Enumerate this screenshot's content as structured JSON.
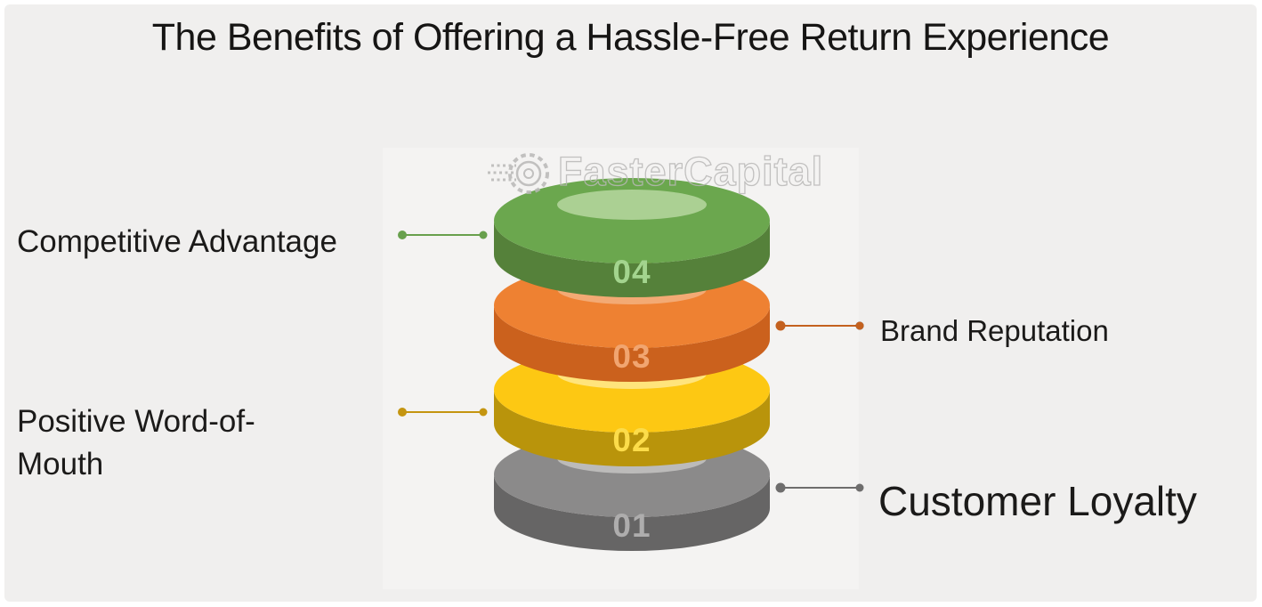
{
  "title": "The Benefits of Offering a Hassle-Free Return Experience",
  "watermark": {
    "text": "FasterCapital"
  },
  "colors": {
    "background": "#f0efee",
    "frame": "#ffffff",
    "text": "#1b1a19",
    "watermark_stroke": "#b9b8b7"
  },
  "levels": [
    {
      "number": "01",
      "label": "Customer Loyalty",
      "side": "right",
      "color_top": "#8b8a8a",
      "color_front": "#666565",
      "color_inner": "#bcbbba",
      "color_number": "#aeadad",
      "connector_color": "#6e6d6d"
    },
    {
      "number": "02",
      "label": "Positive Word-of-Mouth",
      "side": "left",
      "color_top": "#fdc813",
      "color_front": "#b9940b",
      "color_inner": "#ffe47c",
      "color_number": "#fcdc4a",
      "connector_color": "#c49510"
    },
    {
      "number": "03",
      "label": "Brand Reputation",
      "side": "right",
      "color_top": "#ee8132",
      "color_front": "#cb611d",
      "color_inner": "#f3aa74",
      "color_number": "#f1a570",
      "connector_color": "#c4611f"
    },
    {
      "number": "04",
      "label": "Competitive Advantage",
      "side": "left",
      "color_top": "#6ba74e",
      "color_front": "#55813a",
      "color_inner": "#abd093",
      "color_number": "#a3d48e",
      "connector_color": "#68a04d"
    }
  ]
}
